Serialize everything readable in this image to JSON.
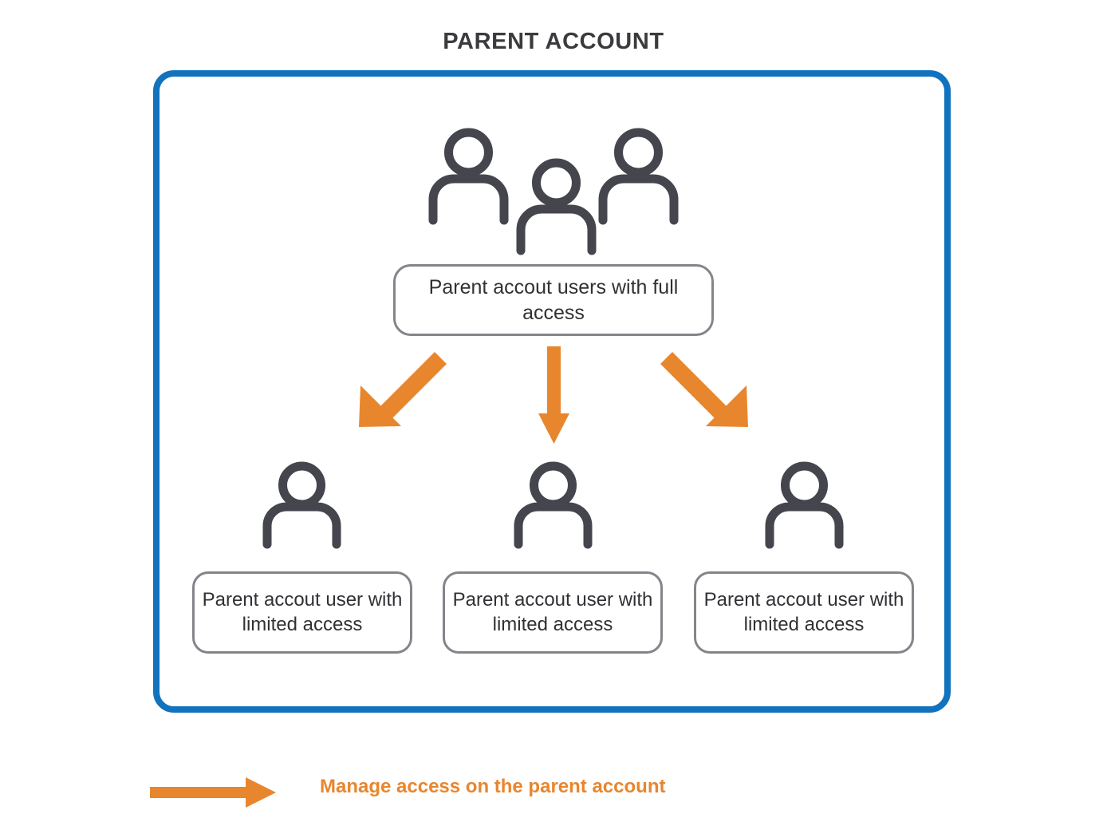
{
  "diagram": {
    "title": "PARENT ACCOUNT",
    "top_group": {
      "icon": "three-people-icon",
      "label": "Parent accout users with full access"
    },
    "children": [
      {
        "icon": "person-icon",
        "label": "Parent accout user with limited access"
      },
      {
        "icon": "person-icon",
        "label": "Parent accout user with limited access"
      },
      {
        "icon": "person-icon",
        "label": "Parent accout user with limited access"
      }
    ],
    "arrows": [
      {
        "name": "arrow-down-left",
        "direction": "down-left"
      },
      {
        "name": "arrow-down",
        "direction": "down"
      },
      {
        "name": "arrow-down-right",
        "direction": "down-right"
      }
    ]
  },
  "legend": {
    "arrow_icon": "arrow-right-icon",
    "label": "Manage access on the parent account"
  },
  "colors": {
    "container_border": "#1173bd",
    "arrow": "#e8862e",
    "icon": "#44454d",
    "box_border": "#83858a",
    "title_text": "#3b3b3e",
    "body_text": "#303134",
    "background": "#ffffff"
  }
}
